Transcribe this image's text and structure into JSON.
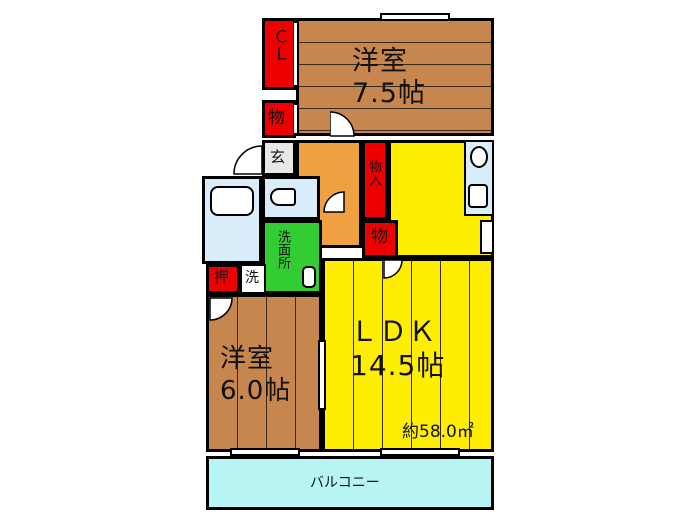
{
  "rooms": {
    "western_room_top": {
      "name": "洋室",
      "size": "7.5帖"
    },
    "western_room_bottom": {
      "name": "洋室",
      "size": "6.0帖"
    },
    "ldk": {
      "name": "ＬＤＫ",
      "size": "14.5帖"
    }
  },
  "closets": {
    "cl": "ＣＬ",
    "storage_top": "物",
    "storage_mid": "物入",
    "storage_ldk": "物",
    "oshiire": "押"
  },
  "labels": {
    "entrance": "玄",
    "washroom": "洗面所",
    "washer": "洗",
    "balcony": "バルコニー",
    "total_area": "約58.0㎡"
  },
  "colors": {
    "western_room": "#c8864f",
    "ldk": "#ffee00",
    "closet": "#ee0000",
    "washroom": "#33cc33",
    "hallway": "#f0a040",
    "bath": "#d8ecfa",
    "balcony": "#b8f4f4",
    "wall": "#000000"
  }
}
